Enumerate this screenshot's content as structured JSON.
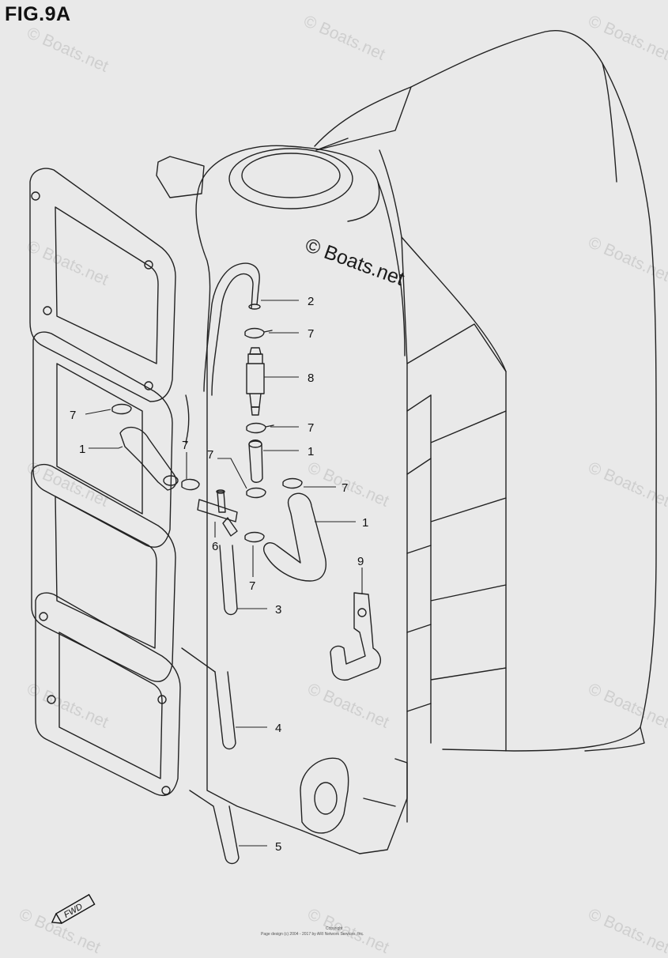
{
  "figure": {
    "title": "FIG.9A"
  },
  "watermark": {
    "main": "© Boats.net",
    "repeat": "© Boats.net"
  },
  "labels": [
    {
      "id": "label-2",
      "text": "2"
    },
    {
      "id": "label-7a",
      "text": "7"
    },
    {
      "id": "label-8",
      "text": "8"
    },
    {
      "id": "label-7b",
      "text": "7"
    },
    {
      "id": "label-1a",
      "text": "1"
    },
    {
      "id": "label-7c",
      "text": "7"
    },
    {
      "id": "label-1b",
      "text": "1"
    },
    {
      "id": "label-7d",
      "text": "7"
    },
    {
      "id": "label-1c",
      "text": "1"
    },
    {
      "id": "label-7e",
      "text": "7"
    },
    {
      "id": "label-7f",
      "text": "7"
    },
    {
      "id": "label-6",
      "text": "6"
    },
    {
      "id": "label-7g",
      "text": "7"
    },
    {
      "id": "label-9",
      "text": "9"
    },
    {
      "id": "label-3",
      "text": "3"
    },
    {
      "id": "label-4",
      "text": "4"
    },
    {
      "id": "label-5",
      "text": "5"
    }
  ],
  "fwd_badge": "FWD",
  "footer": {
    "line1": "Copyright",
    "line2": "Page design (c) 2004 - 2017 by ARI Network Services, Inc."
  }
}
